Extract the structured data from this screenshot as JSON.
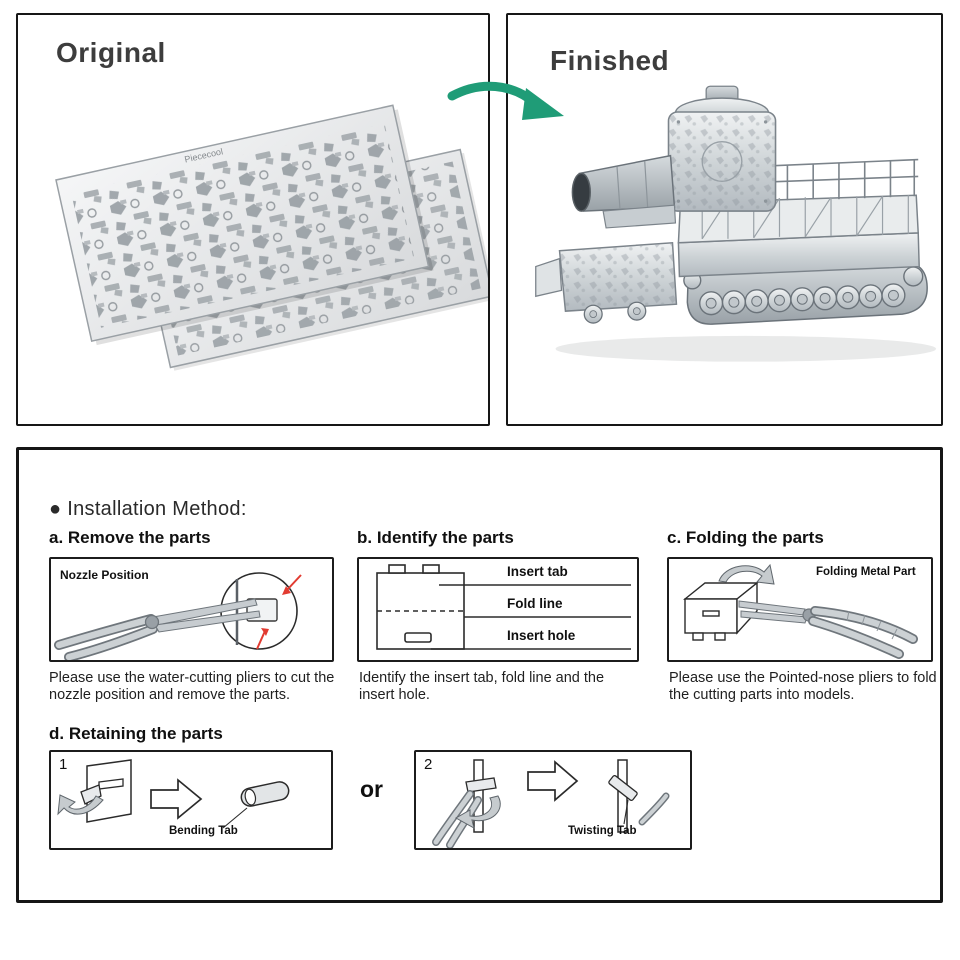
{
  "top": {
    "original_label": "Original",
    "finished_label": "Finished",
    "sheet_brand": "Piececool"
  },
  "instructions": {
    "heading": "● Installation Method:",
    "step_a": {
      "title": "a. Remove the parts",
      "diagram_label": "Nozzle Position",
      "caption": "Please use the water-cutting pliers to cut the nozzle position and remove the parts."
    },
    "step_b": {
      "title": "b. Identify the parts",
      "label_insert_tab": "Insert tab",
      "label_fold_line": "Fold line",
      "label_insert_hole": "Insert hole",
      "caption": "Identify the insert tab, fold line and the insert hole."
    },
    "step_c": {
      "title": "c. Folding the parts",
      "diagram_label": "Folding Metal Part",
      "caption": "Please use the Pointed-nose pliers to fold the cutting parts into models."
    },
    "step_d": {
      "title": "d. Retaining the parts",
      "option1_number": "1",
      "option1_label": "Bending Tab",
      "or_text": "or",
      "option2_number": "2",
      "option2_label": "Twisting Tab"
    }
  },
  "colors": {
    "arrow_green": "#1f9c77",
    "accent_red": "#e23b31"
  }
}
